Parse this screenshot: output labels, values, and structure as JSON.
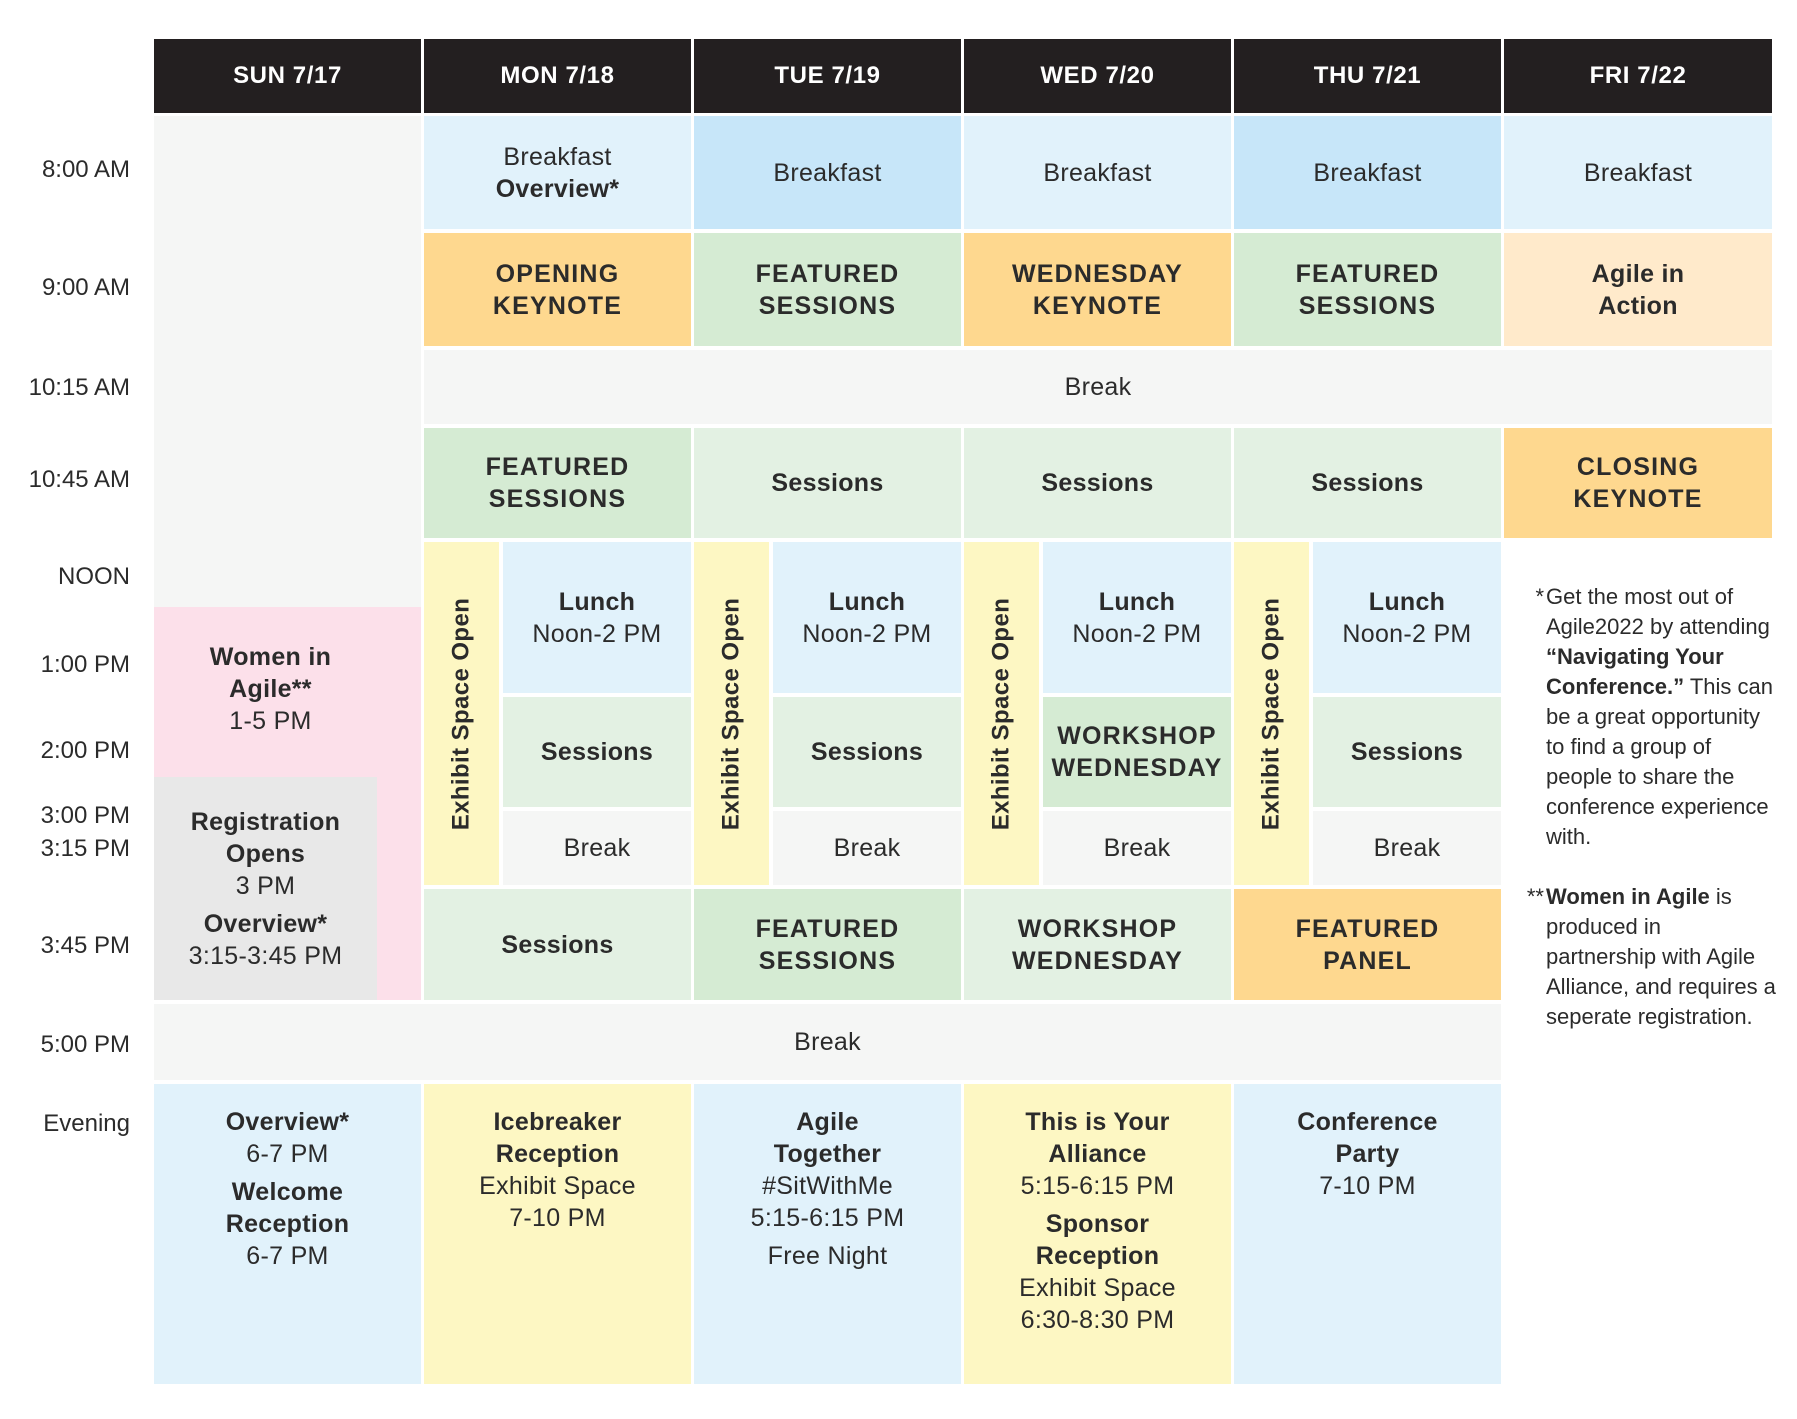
{
  "days": [
    "SUN 7/17",
    "MON 7/18",
    "TUE 7/19",
    "WED 7/20",
    "THU 7/21",
    "FRI 7/22"
  ],
  "times": [
    "8:00 AM",
    "9:00 AM",
    "10:15 AM",
    "10:45 AM",
    "NOON",
    "1:00 PM",
    "2:00 PM",
    "3:00 PM",
    "3:15 PM",
    "3:45 PM",
    "5:00 PM",
    "Evening"
  ],
  "breakfast": {
    "mon_line1": "Breakfast",
    "mon_line2": "Overview*",
    "tue": "Breakfast",
    "wed": "Breakfast",
    "thu": "Breakfast",
    "fri": "Breakfast"
  },
  "nine": {
    "mon": "OPENING KEYNOTE",
    "tue": "FEATURED SESSIONS",
    "wed": "WEDNESDAY KEYNOTE",
    "thu": "FEATURED SESSIONS",
    "fri": "Agile in Action"
  },
  "break_1015": "Break",
  "ten45": {
    "mon": "FEATURED SESSIONS",
    "tue": "Sessions",
    "wed": "Sessions",
    "thu": "Sessions",
    "fri": "CLOSING KEYNOTE"
  },
  "exhibit_label": "Exhibit Space Open",
  "lunch": {
    "title": "Lunch",
    "time": "Noon-2 PM"
  },
  "afternoon": {
    "mon": "Sessions",
    "tue": "Sessions",
    "wed": "WORKSHOP WEDNESDAY",
    "thu": "Sessions"
  },
  "break_3pm": "Break",
  "women": {
    "title": "Women in Agile**",
    "time": "1-5 PM"
  },
  "registration": {
    "title": "Registration Opens",
    "time": "3 PM",
    "overview": "Overview*",
    "overview_time": "3:15-3:45 PM"
  },
  "late": {
    "mon": "Sessions",
    "tue": "FEATURED SESSIONS",
    "wed": "WORKSHOP WEDNESDAY",
    "thu": "FEATURED PANEL"
  },
  "break_5pm": "Break",
  "evening": {
    "sun": {
      "a_title": "Overview*",
      "a_time": "6-7 PM",
      "b_title": "Welcome Reception",
      "b_time": "6-7 PM"
    },
    "mon": {
      "title": "Icebreaker Reception",
      "line1": "Exhibit Space",
      "line2": "7-10 PM"
    },
    "tue": {
      "title": "Agile Together",
      "line1": "#SitWithMe",
      "line2": "5:15-6:15 PM",
      "line3": "Free Night"
    },
    "wed": {
      "a_title": "This is Your Alliance",
      "a_time": "5:15-6:15 PM",
      "b_title": "Sponsor Reception",
      "b_line1": "Exhibit Space",
      "b_line2": "6:30-8:30 PM"
    },
    "thu": {
      "title": "Conference Party",
      "time": "7-10 PM"
    }
  },
  "notes": {
    "note1_mark": "*",
    "note1_plain1": "Get the most out of Agile2022 by attending ",
    "note1_bold": "“Navigating Your Conference.”",
    "note1_plain2": " This can be a great opportunity to find a group of people to share the conference experience with.",
    "note2_mark": "**",
    "note2_bold": "Women in Agile",
    "note2_plain": " is produced in partnership with Agile Alliance, and requires a seperate registration."
  },
  "colors": {
    "header": "#231f20",
    "light_blue": "#e1f2fb",
    "blue": "#c7e6f9",
    "orange": "#fed88f",
    "peach": "#ffeacb",
    "green": "#d5ebd3",
    "light_green": "#e3f1e3",
    "gray": "#f5f6f5",
    "yellow": "#fdf7c3",
    "pink": "#fce0ea",
    "registration_gray": "#e8e8e8"
  }
}
